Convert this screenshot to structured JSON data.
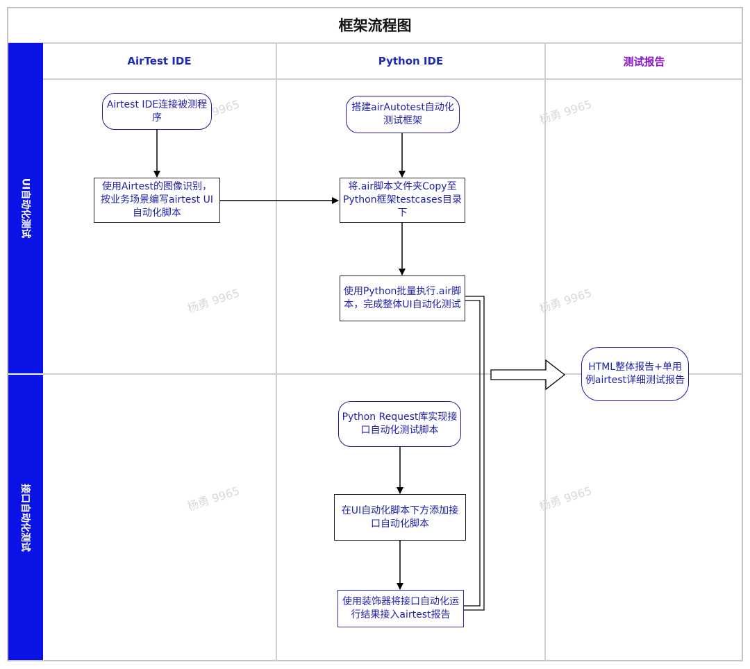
{
  "title": "框架流程图",
  "columns": [
    {
      "label": "AirTest IDE",
      "color": "#1f2ab5"
    },
    {
      "label": "Python IDE",
      "color": "#1f2ab5"
    },
    {
      "label": "测试报告",
      "color": "#8a16c9"
    }
  ],
  "lanes": [
    {
      "label": "UI自动化测试"
    },
    {
      "label": "接口自动化测试"
    }
  ],
  "nodes": {
    "n1": "Airtest IDE连接被测程序",
    "n2": "使用Airtest的图像识别，按业务场景编写airtest UI自动化脚本",
    "n3": "搭建airAutotest自动化测试框架",
    "n4": "将.air脚本文件夹Copy至Python框架testcases目录下",
    "n5": "使用Python批量执行.air脚本，完成整体UI自动化测试",
    "n6": "Python Request库实现接口自动化测试脚本",
    "n7": "在UI自动化脚本下方添加接口自动化脚本",
    "n8": "使用装饰器将接口自动化运行结果接入airtest报告",
    "n9": "HTML整体报告+单用例airtest详细测试报告"
  },
  "watermark": "杨勇 9965"
}
